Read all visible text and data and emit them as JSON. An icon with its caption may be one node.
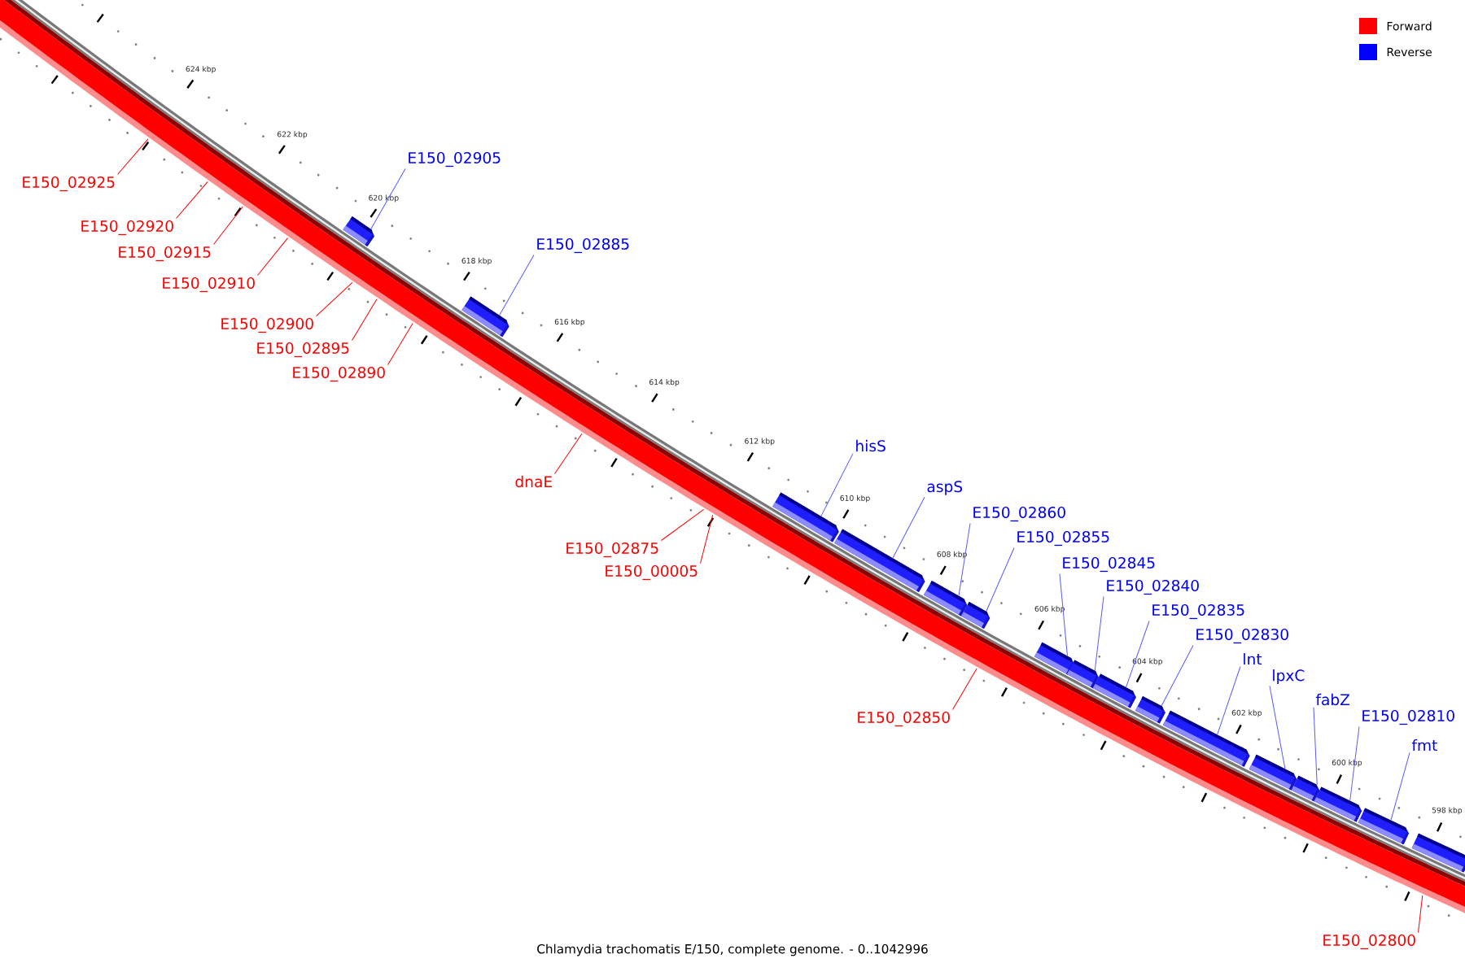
{
  "diagram": {
    "caption": "Chlamydia trachomatis E/150, complete genome. - 0..1042996",
    "nodes": [
      {
        "text": [
          "E150_02905"
        ]
      },
      {
        "text": [
          "E150_02925"
        ]
      },
      {
        "text": [
          "E150_02920"
        ]
      },
      {
        "text": [
          "E150_02885"
        ]
      },
      {
        "text": [
          "E150_02915"
        ]
      },
      {
        "text": [
          "E150_02910"
        ]
      },
      {
        "text": [
          "E150_02900"
        ]
      },
      {
        "text": [
          "E150_02895"
        ]
      },
      {
        "text": [
          "E150_02890"
        ]
      },
      {
        "text": [
          "hisS"
        ]
      },
      {
        "text": [
          "dnaE"
        ]
      },
      {
        "text": [
          "aspS"
        ]
      },
      {
        "text": [
          "E150_02860"
        ]
      },
      {
        "text": [
          "E150_02855"
        ]
      },
      {
        "text": [
          "E150_02875"
        ]
      },
      {
        "text": [
          "E150_02845"
        ]
      },
      {
        "text": [
          "E150_00005"
        ]
      },
      {
        "text": [
          "E150_02840"
        ]
      },
      {
        "text": [
          "E150_02835"
        ]
      },
      {
        "text": [
          "E150_02830"
        ]
      },
      {
        "text": [
          "lnt"
        ]
      },
      {
        "text": [
          "lpxC"
        ]
      },
      {
        "text": [
          "fabZ"
        ]
      },
      {
        "text": [
          "E150_02850"
        ]
      },
      {
        "text": [
          "E150_02810"
        ]
      },
      {
        "text": [
          "fmt"
        ]
      },
      {
        "text": [
          "E150_02800"
        ]
      },
      {
        "text": [],
        "shape": "bar"
      },
      {
        "text": [],
        "shape": "bar"
      },
      {
        "text": [],
        "shape": "bar"
      },
      {
        "text": [],
        "shape": "bar"
      },
      {
        "text": [],
        "shape": "bar"
      },
      {
        "text": [],
        "shape": "bar"
      },
      {
        "text": [],
        "shape": "bar"
      },
      {
        "text": [],
        "shape": "bar"
      },
      {
        "text": [],
        "shape": "bar"
      },
      {
        "text": [],
        "shape": "bar"
      },
      {
        "text": [],
        "shape": "bar"
      },
      {
        "text": [],
        "shape": "bar"
      },
      {
        "text": [],
        "shape": "bar"
      },
      {
        "text": [],
        "shape": "bar"
      },
      {
        "text": [],
        "shape": "bar"
      },
      {
        "text": [],
        "shape": "bar"
      }
    ],
    "edges": [
      {
        "from": 0,
        "to": 27,
        "arrow": "none"
      },
      {
        "from": 1,
        "to": null,
        "arrow": "none",
        "color": "#ff0000"
      },
      {
        "from": 2,
        "to": null,
        "arrow": "none",
        "color": "#ff0000"
      },
      {
        "from": 3,
        "to": 28,
        "arrow": "none"
      },
      {
        "from": 4,
        "to": null,
        "arrow": "none",
        "color": "#ff0000"
      },
      {
        "from": 5,
        "to": null,
        "arrow": "none",
        "color": "#ff0000"
      },
      {
        "from": 6,
        "to": null,
        "arrow": "none",
        "color": "#ff0000"
      },
      {
        "from": 7,
        "to": null,
        "arrow": "none",
        "color": "#ff0000"
      },
      {
        "from": 8,
        "to": null,
        "arrow": "none",
        "color": "#ff0000"
      },
      {
        "from": 9,
        "to": 29,
        "arrow": "none"
      },
      {
        "from": 10,
        "to": null,
        "arrow": "none",
        "color": "#ff0000"
      },
      {
        "from": 11,
        "to": 30,
        "arrow": "none"
      },
      {
        "from": 12,
        "to": 31,
        "arrow": "none"
      },
      {
        "from": 13,
        "to": 32,
        "arrow": "none"
      },
      {
        "from": 14,
        "to": null,
        "arrow": "none",
        "color": "#ff0000"
      },
      {
        "from": 15,
        "to": 33,
        "arrow": "none"
      },
      {
        "from": 16,
        "to": null,
        "arrow": "none",
        "color": "#ff0000"
      },
      {
        "from": 17,
        "to": 34,
        "arrow": "none"
      },
      {
        "from": 18,
        "to": 35,
        "arrow": "none"
      },
      {
        "from": 19,
        "to": 36,
        "arrow": "none"
      },
      {
        "from": 20,
        "to": 37,
        "arrow": "none"
      },
      {
        "from": 21,
        "to": 38,
        "arrow": "none"
      },
      {
        "from": 22,
        "to": 39,
        "arrow": "none"
      },
      {
        "from": 23,
        "to": null,
        "arrow": "none",
        "color": "#ff0000"
      },
      {
        "from": 24,
        "to": 40,
        "arrow": "none"
      },
      {
        "from": 25,
        "to": 41,
        "arrow": "none"
      },
      {
        "from": 26,
        "to": null,
        "arrow": "none",
        "color": "#ff0000"
      }
    ],
    "labels": [
      "624 kbp",
      "622 kbp",
      "620 kbp",
      "618 kbp",
      "616 kbp",
      "614 kbp",
      "612 kbp",
      "610 kbp",
      "608 kbp",
      "606 kbp",
      "604 kbp",
      "602 kbp",
      "600 kbp",
      "598 kbp"
    ],
    "legend": [
      {
        "text": "Forward",
        "color": "#ff0000"
      },
      {
        "text": "Reverse",
        "color": "#0000ff"
      }
    ]
  }
}
